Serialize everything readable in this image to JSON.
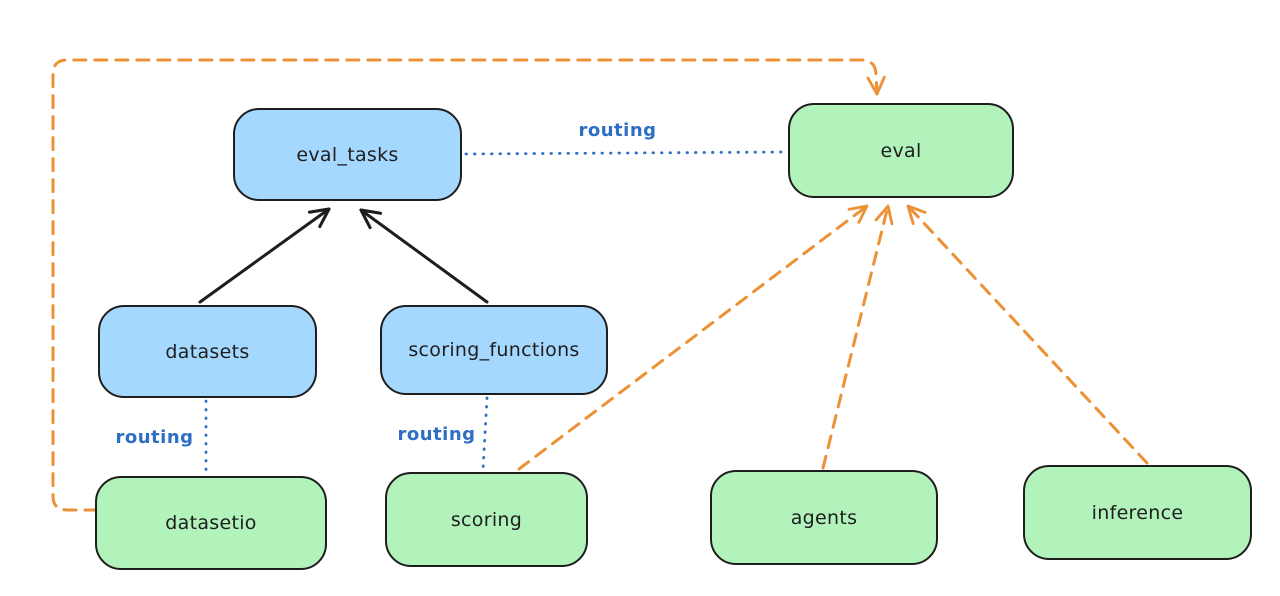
{
  "diagram": {
    "nodes": {
      "eval_tasks": {
        "label": "eval_tasks",
        "fill": "#a5d8ff"
      },
      "eval": {
        "label": "eval",
        "fill": "#b2f2bb"
      },
      "datasets": {
        "label": "datasets",
        "fill": "#a5d8ff"
      },
      "scoring_functions": {
        "label": "scoring_functions",
        "fill": "#a5d8ff"
      },
      "datasetio": {
        "label": "datasetio",
        "fill": "#b2f2bb"
      },
      "scoring": {
        "label": "scoring",
        "fill": "#b2f2bb"
      },
      "agents": {
        "label": "agents",
        "fill": "#b2f2bb"
      },
      "inference": {
        "label": "inference",
        "fill": "#b2f2bb"
      }
    },
    "edges": [
      {
        "from": "datasets",
        "to": "eval_tasks",
        "style": "solid-black-arrow",
        "label": ""
      },
      {
        "from": "scoring_functions",
        "to": "eval_tasks",
        "style": "solid-black-arrow",
        "label": ""
      },
      {
        "from": "eval_tasks",
        "to": "eval",
        "style": "dotted-blue",
        "label": "routing"
      },
      {
        "from": "datasets",
        "to": "datasetio",
        "style": "dotted-blue",
        "label": "routing"
      },
      {
        "from": "scoring_functions",
        "to": "scoring",
        "style": "dotted-blue",
        "label": "routing"
      },
      {
        "from": "datasetio",
        "to": "eval",
        "style": "dashed-orange-arrow",
        "label": ""
      },
      {
        "from": "scoring",
        "to": "eval",
        "style": "dashed-orange-arrow",
        "label": ""
      },
      {
        "from": "agents",
        "to": "eval",
        "style": "dashed-orange-arrow",
        "label": ""
      },
      {
        "from": "inference",
        "to": "eval",
        "style": "dashed-orange-arrow",
        "label": ""
      }
    ],
    "colors": {
      "stroke": "#1e1e1e",
      "api_fill_blue": "#a5d8ff",
      "provider_fill_green": "#b2f2bb",
      "routing_line_blue": "#2e6fc4",
      "dependency_line_orange": "#ec9135",
      "background": "#ffffff"
    }
  }
}
